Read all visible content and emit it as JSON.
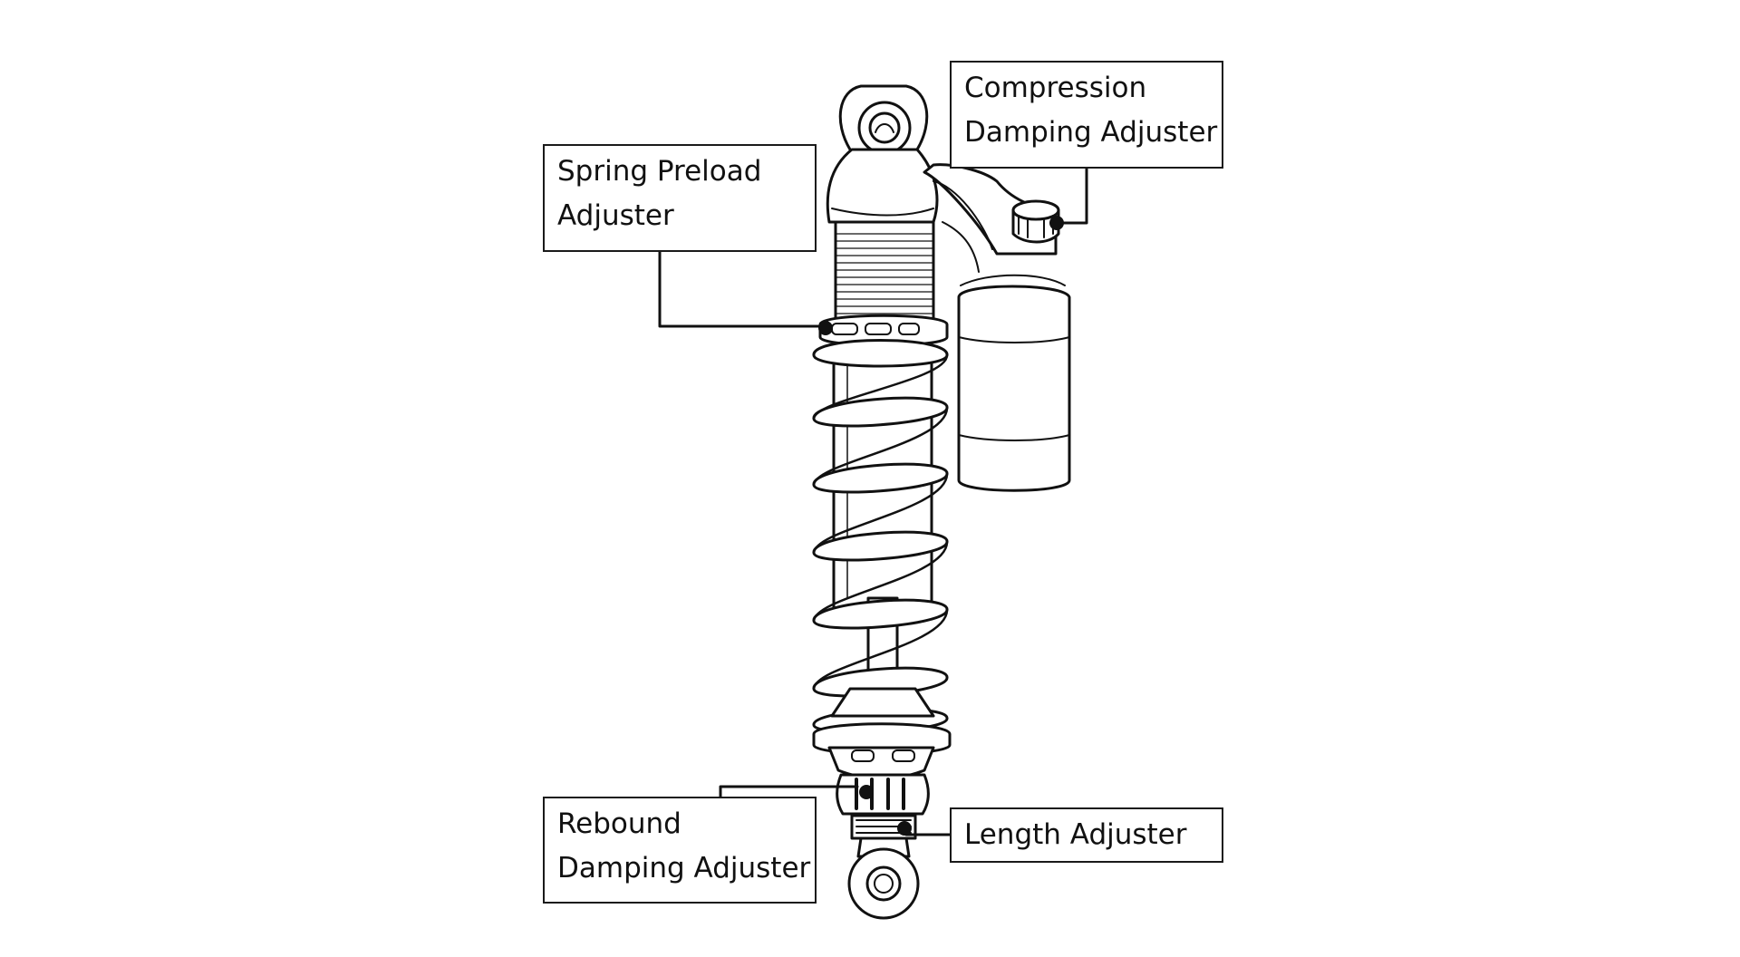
{
  "labels": {
    "compression": {
      "line1": "Compression",
      "line2": "Damping Adjuster"
    },
    "preload": {
      "line1": "Spring Preload",
      "line2": "Adjuster"
    },
    "rebound": {
      "line1": "Rebound",
      "line2": "Damping Adjuster"
    },
    "length": {
      "line1": "Length Adjuster"
    }
  },
  "colors": {
    "line": "#111111",
    "background": "#ffffff"
  },
  "icons": {
    "main": "shock-absorber-icon"
  }
}
